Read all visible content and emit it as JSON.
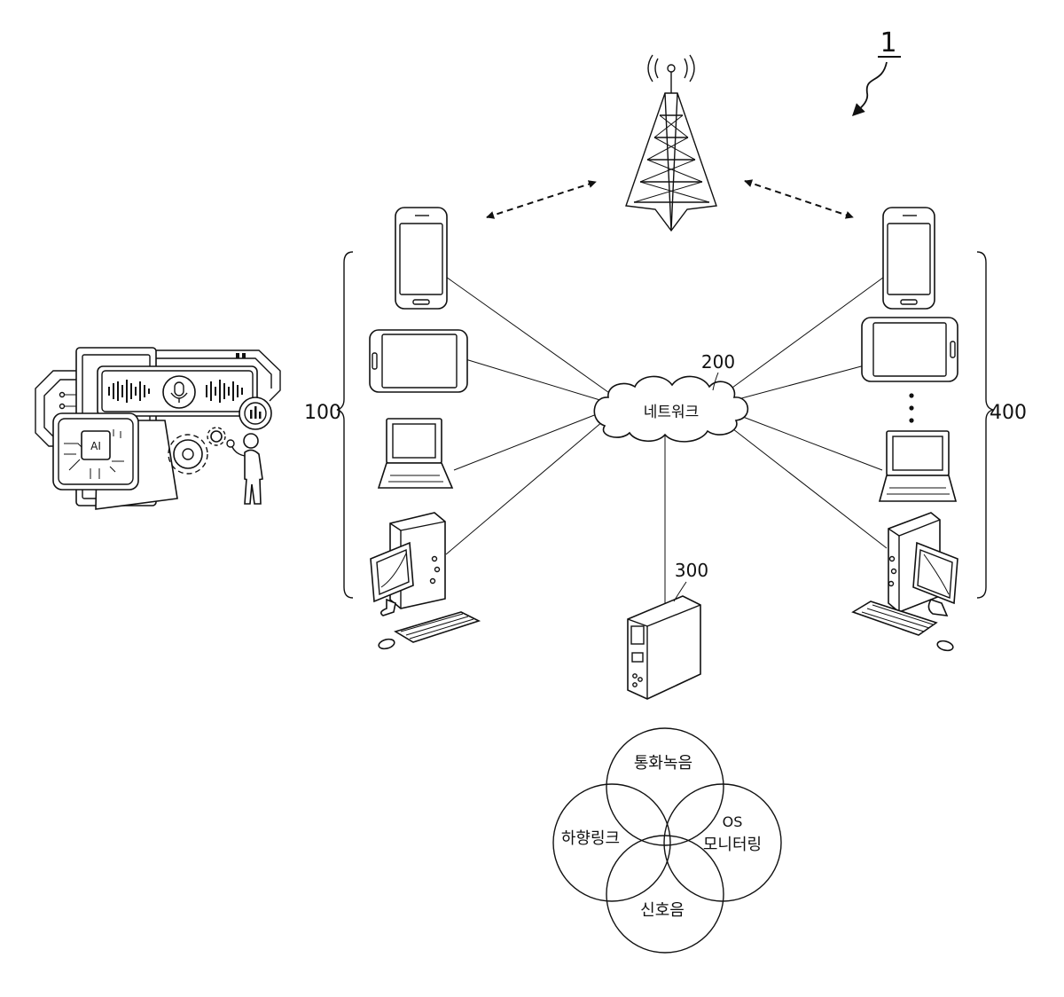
{
  "labels": {
    "system_ref": "1",
    "user_group_ref": "100",
    "network_ref": "200",
    "network_label": "네트워크",
    "server_ref": "300",
    "target_group_ref": "400",
    "ai_chip_label": "AI"
  },
  "venn": {
    "top": "통화녹음",
    "right_line1": "OS",
    "right_line2": "모니터링",
    "left": "하향링크",
    "bottom": "신호음"
  }
}
